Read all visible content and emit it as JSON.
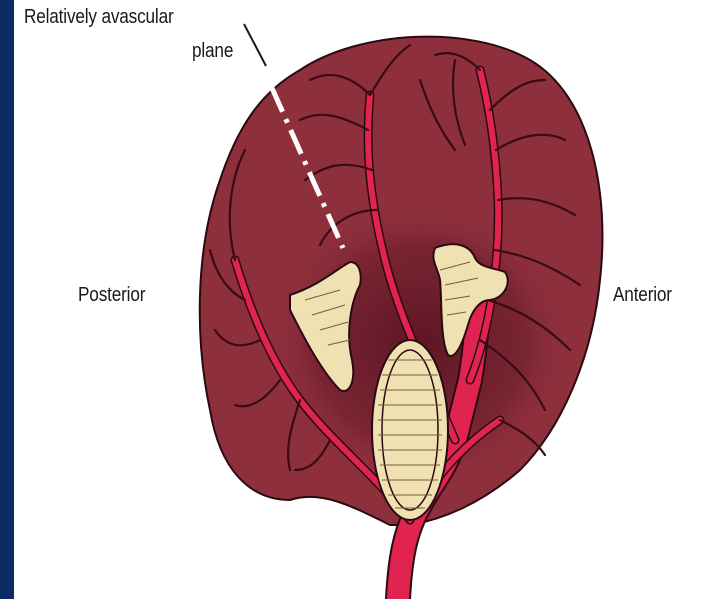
{
  "labels": {
    "avascular_line1": "Relatively avascular",
    "avascular_line2": "plane",
    "posterior": "Posterior",
    "anterior": "Anterior"
  },
  "colors": {
    "frame": "#0c2a63",
    "spleen": "#8e2f3c",
    "spleen_dark": "#6a1d2b",
    "vessel": "#e0244f",
    "vessel_branch": "#3a0b14",
    "hilum": "#f0e1b2",
    "outline": "#2a0a12"
  }
}
